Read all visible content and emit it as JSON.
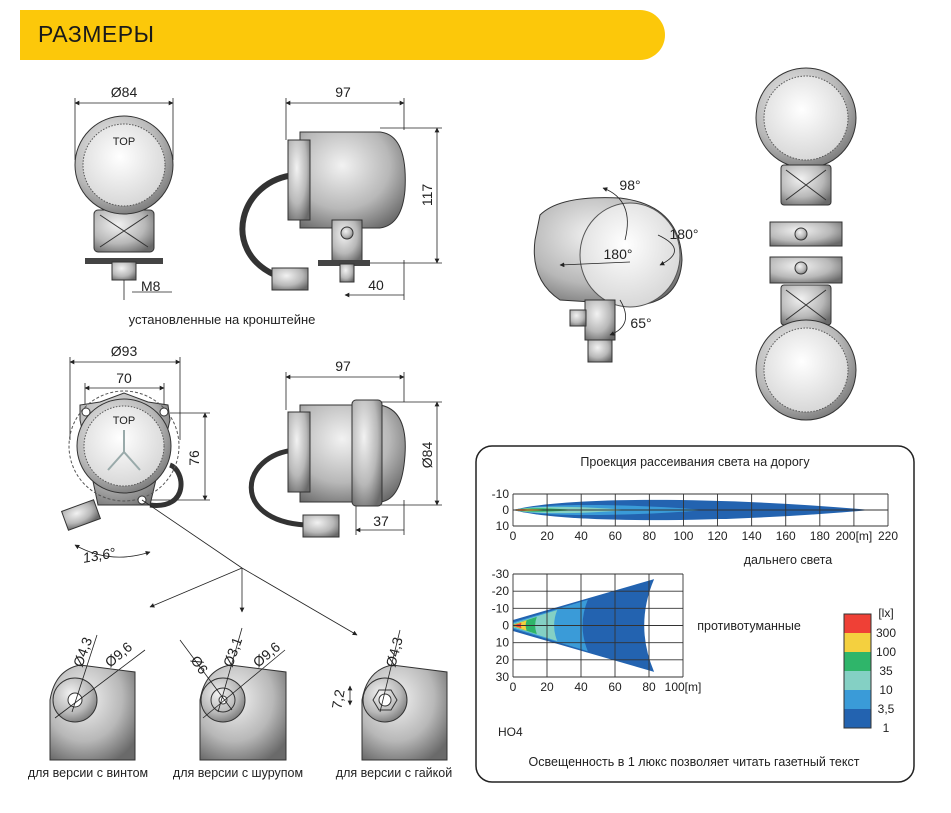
{
  "header": {
    "title": "РАЗМЕРЫ"
  },
  "drawing_mounted": {
    "front_diameter": "Ø84",
    "top_mark": "TOP",
    "bolt": "M8",
    "side_length": "97",
    "side_height": "117",
    "bracket_offset": "40",
    "caption": "установленные на кронштейне"
  },
  "drawing_flange": {
    "outer_diameter": "Ø93",
    "hole_spacing": "70",
    "height": "76",
    "top_mark": "TOP",
    "angle": "13,6°",
    "side_length": "97",
    "side_diameter": "Ø84",
    "flange_depth": "37"
  },
  "adjustment": {
    "tilt_up": "98°",
    "rotate_right": "180°",
    "rotate_left": "180°",
    "tilt_down": "65°"
  },
  "details": [
    {
      "caption": "для версии с винтом",
      "dims": [
        "Ø4,3",
        "Ø9,6"
      ]
    },
    {
      "caption": "для версии с шурупом",
      "dims": [
        "Ø6",
        "Ø3,1",
        "Ø9,6"
      ]
    },
    {
      "caption": "для версии с гайкой",
      "dims": [
        "Ø4,3",
        "7,2"
      ]
    }
  ],
  "beam_panel": {
    "title": "Проекция рассеивания света на дорогу",
    "high_beam_label": "дальнего света",
    "fog_label": "противотуманные",
    "model": "НО4",
    "footnote": "Освещенность в 1 люкс позволяет читать газетный текст",
    "legend_unit": "[lx]",
    "legend": [
      {
        "label": "300",
        "color": "#ef4036"
      },
      {
        "label": "100",
        "color": "#f4d03f"
      },
      {
        "label": "35",
        "color": "#2fb56a"
      },
      {
        "label": "10",
        "color": "#84d0c4"
      },
      {
        "label": "3,5",
        "color": "#3a9bd8"
      },
      {
        "label": "1",
        "color": "#2363b0"
      }
    ]
  },
  "chart_data": [
    {
      "type": "area",
      "title": "дальнего света",
      "xlabel": "[m]",
      "xlim": [
        0,
        220
      ],
      "ylim": [
        -10,
        10
      ],
      "x_ticks": [
        "0",
        "20",
        "40",
        "60",
        "80",
        "100",
        "120",
        "140",
        "160",
        "180",
        "200[m]",
        "220"
      ],
      "y_ticks": [
        "-10",
        "0",
        "10"
      ],
      "grid": true,
      "contours": [
        {
          "lux": "1",
          "reach_m": 210,
          "half_width_m": 8
        },
        {
          "lux": "3,5",
          "reach_m": 113,
          "half_width_m": 4
        },
        {
          "lux": "10",
          "reach_m": 67,
          "half_width_m": 2.5
        },
        {
          "lux": "35",
          "reach_m": 36,
          "half_width_m": 1.4
        },
        {
          "lux": "100",
          "reach_m": 21,
          "half_width_m": 0.9
        },
        {
          "lux": "300",
          "reach_m": 12,
          "half_width_m": 0.6
        }
      ]
    },
    {
      "type": "area",
      "title": "противотуманные",
      "xlabel": "[m]",
      "xlim": [
        0,
        100
      ],
      "ylim": [
        -30,
        30
      ],
      "x_ticks": [
        "0",
        "20",
        "40",
        "60",
        "80",
        "100[m]"
      ],
      "y_ticks": [
        "-30",
        "-20",
        "-10",
        "0",
        "10",
        "20",
        "30"
      ],
      "grid": true,
      "contours": [
        {
          "lux": "1",
          "reach_m": 83,
          "half_width_m": 27
        },
        {
          "lux": "3,5",
          "reach_m": 44,
          "half_width_m": 15
        },
        {
          "lux": "10",
          "reach_m": 26,
          "half_width_m": 9
        },
        {
          "lux": "35",
          "reach_m": 14,
          "half_width_m": 5
        },
        {
          "lux": "100",
          "reach_m": 8,
          "half_width_m": 3
        },
        {
          "lux": "300",
          "reach_m": 5,
          "half_width_m": 1.5
        }
      ]
    }
  ]
}
